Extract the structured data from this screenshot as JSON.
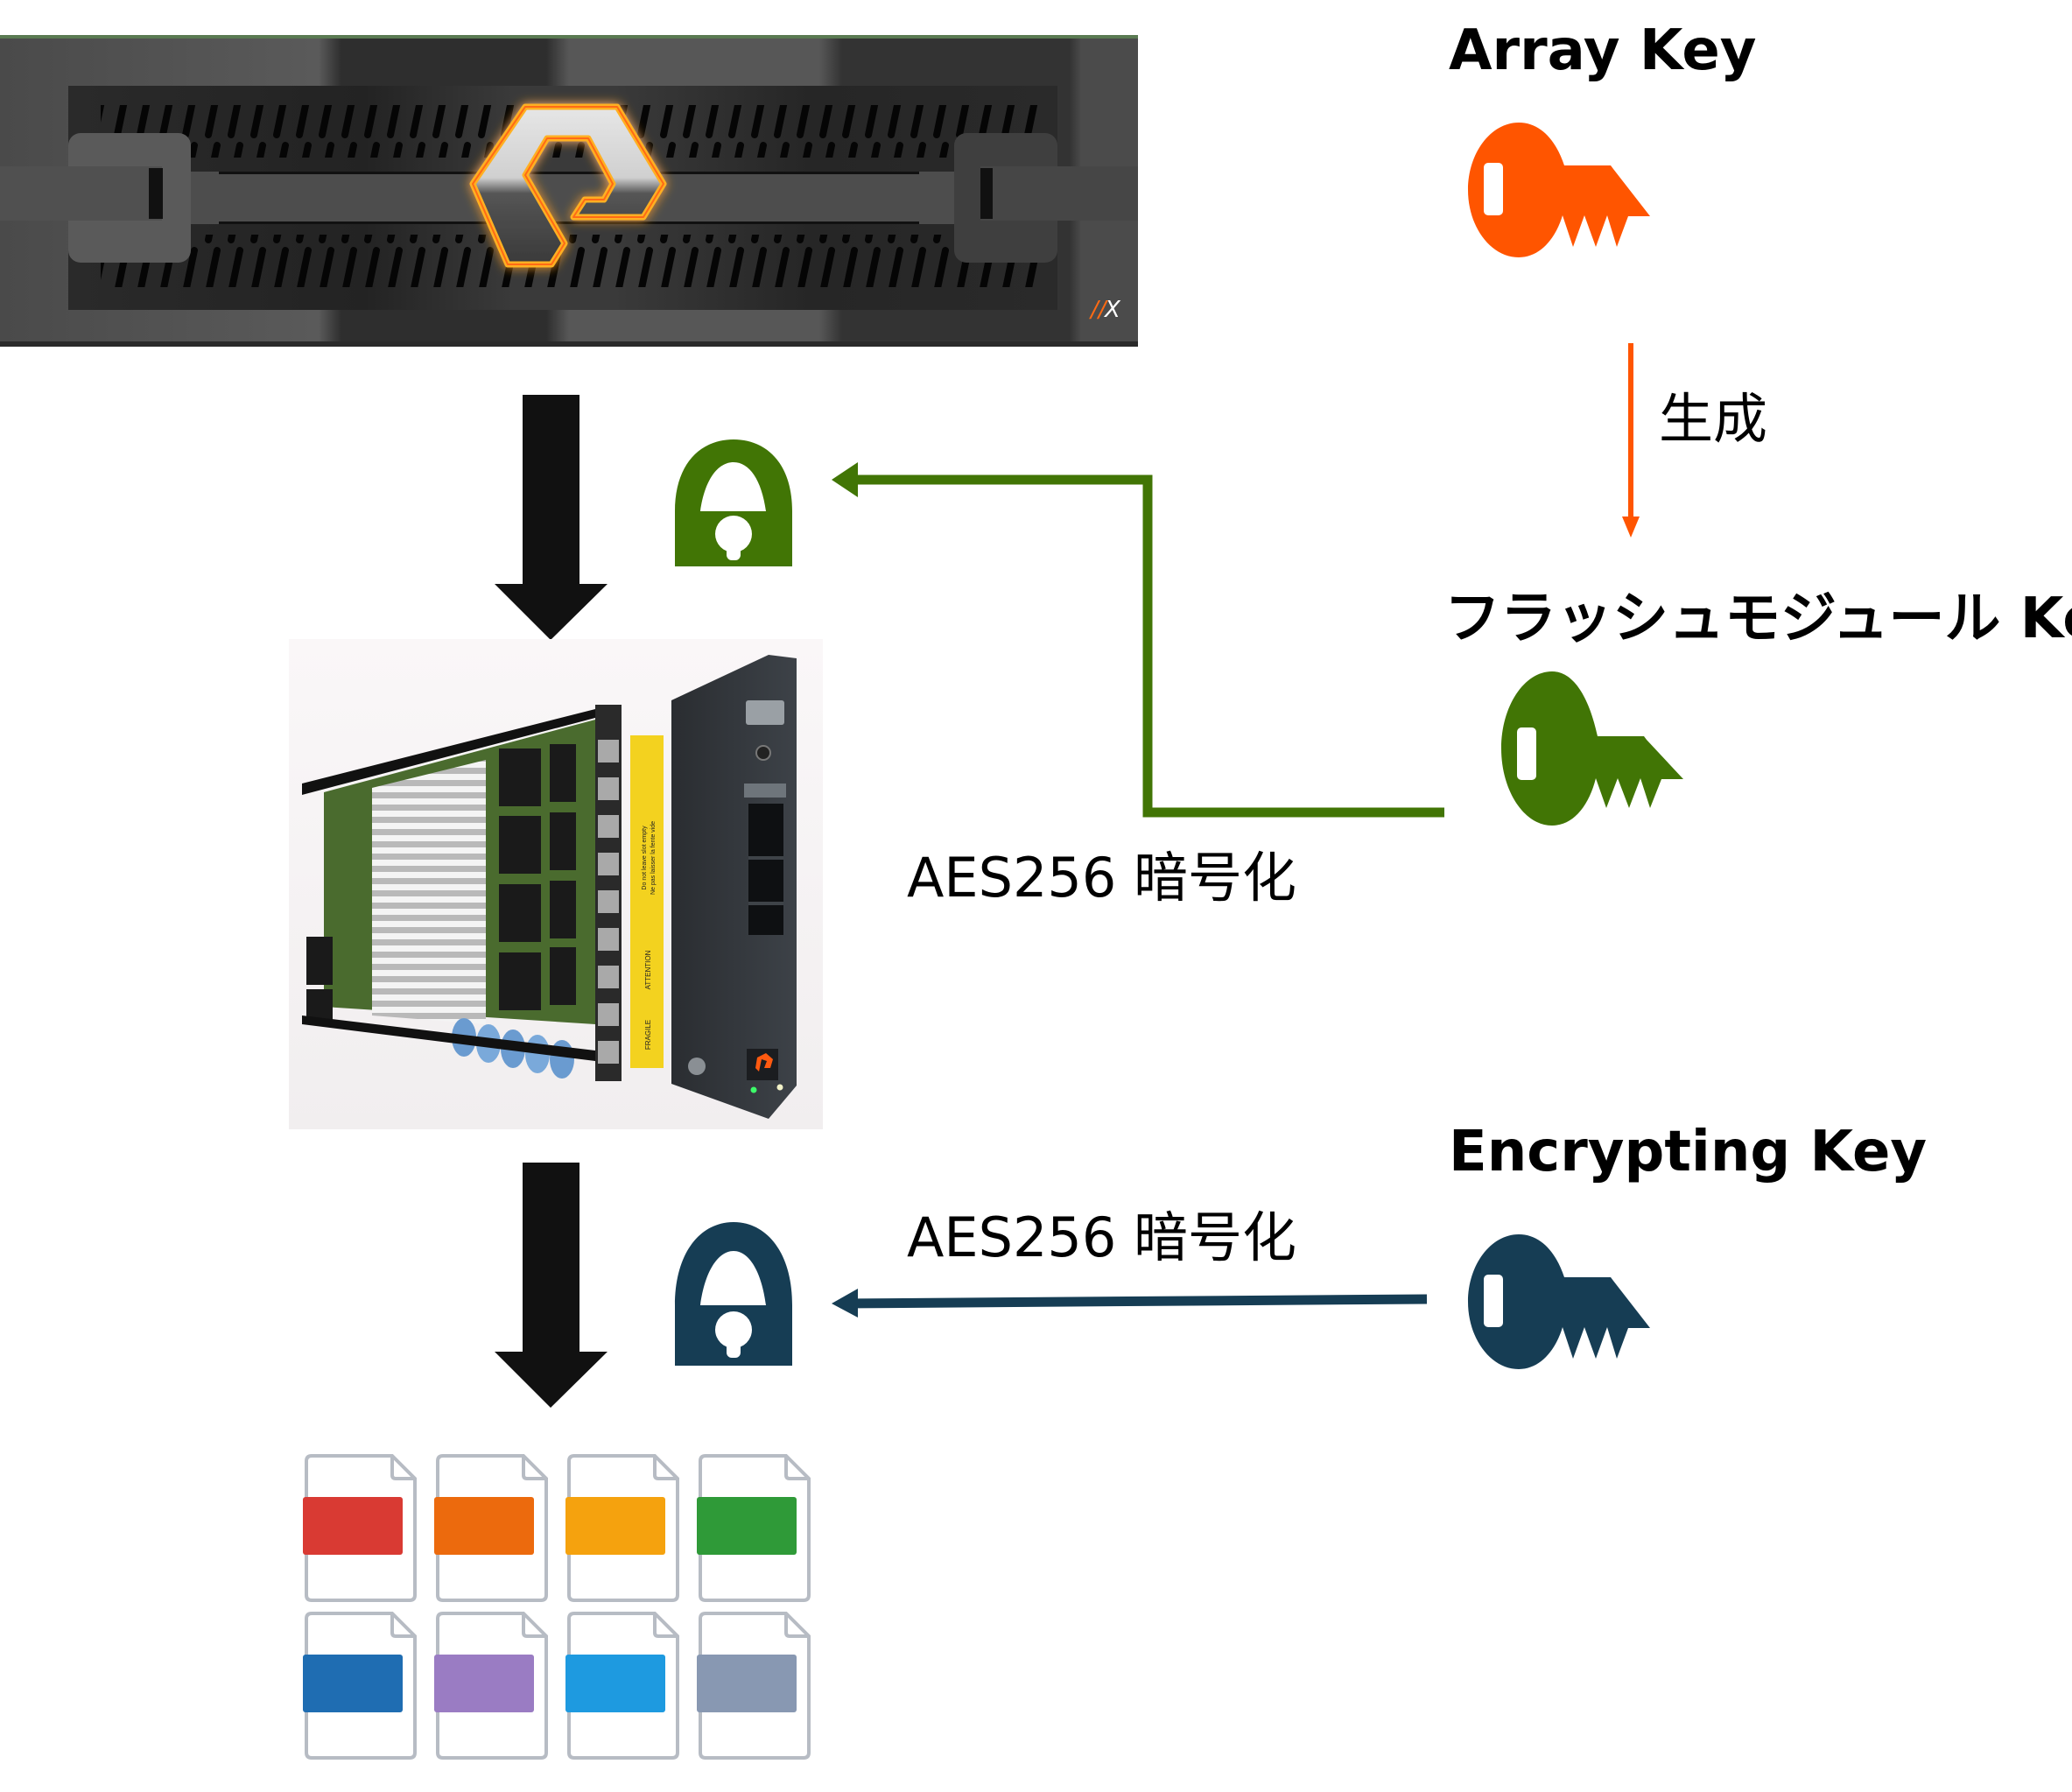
{
  "diagram": {
    "keys": {
      "array_key": {
        "title": "Array Key",
        "color": "#ff5500"
      },
      "flash_module_key": {
        "title": "フラッシュモジュール Key",
        "color": "#417505"
      },
      "encrypting_key": {
        "title": "Encrypting Key",
        "color": "#163d54"
      }
    },
    "arrows": {
      "generate_label": "生成",
      "generate_color": "#ff5500",
      "encrypt_label_1": "AES256 暗号化",
      "encrypt_label_2": "AES256 暗号化"
    },
    "locks": {
      "lock_flash": {
        "color": "#417505"
      },
      "lock_data": {
        "color": "#163d54"
      }
    },
    "server": {
      "model_badge": "X",
      "badge_slashes": "//",
      "accent": "#ff6a13",
      "logo_glow": "#ffb020"
    },
    "flash_module": {
      "warning_line_1": "Do not leave slot empty",
      "warning_line_2": "Ne pas laisser la fente vide",
      "attention": "ATTENTION",
      "fragile": "FRAGILE",
      "label_color": "#f3d21f"
    },
    "files": [
      {
        "color": "#d93a33"
      },
      {
        "color": "#ec6a0d"
      },
      {
        "color": "#f5a20e"
      },
      {
        "color": "#2f9a38"
      },
      {
        "color": "#1f6db2"
      },
      {
        "color": "#9a7cc3"
      },
      {
        "color": "#1e9ae0"
      },
      {
        "color": "#8898b2"
      }
    ]
  }
}
